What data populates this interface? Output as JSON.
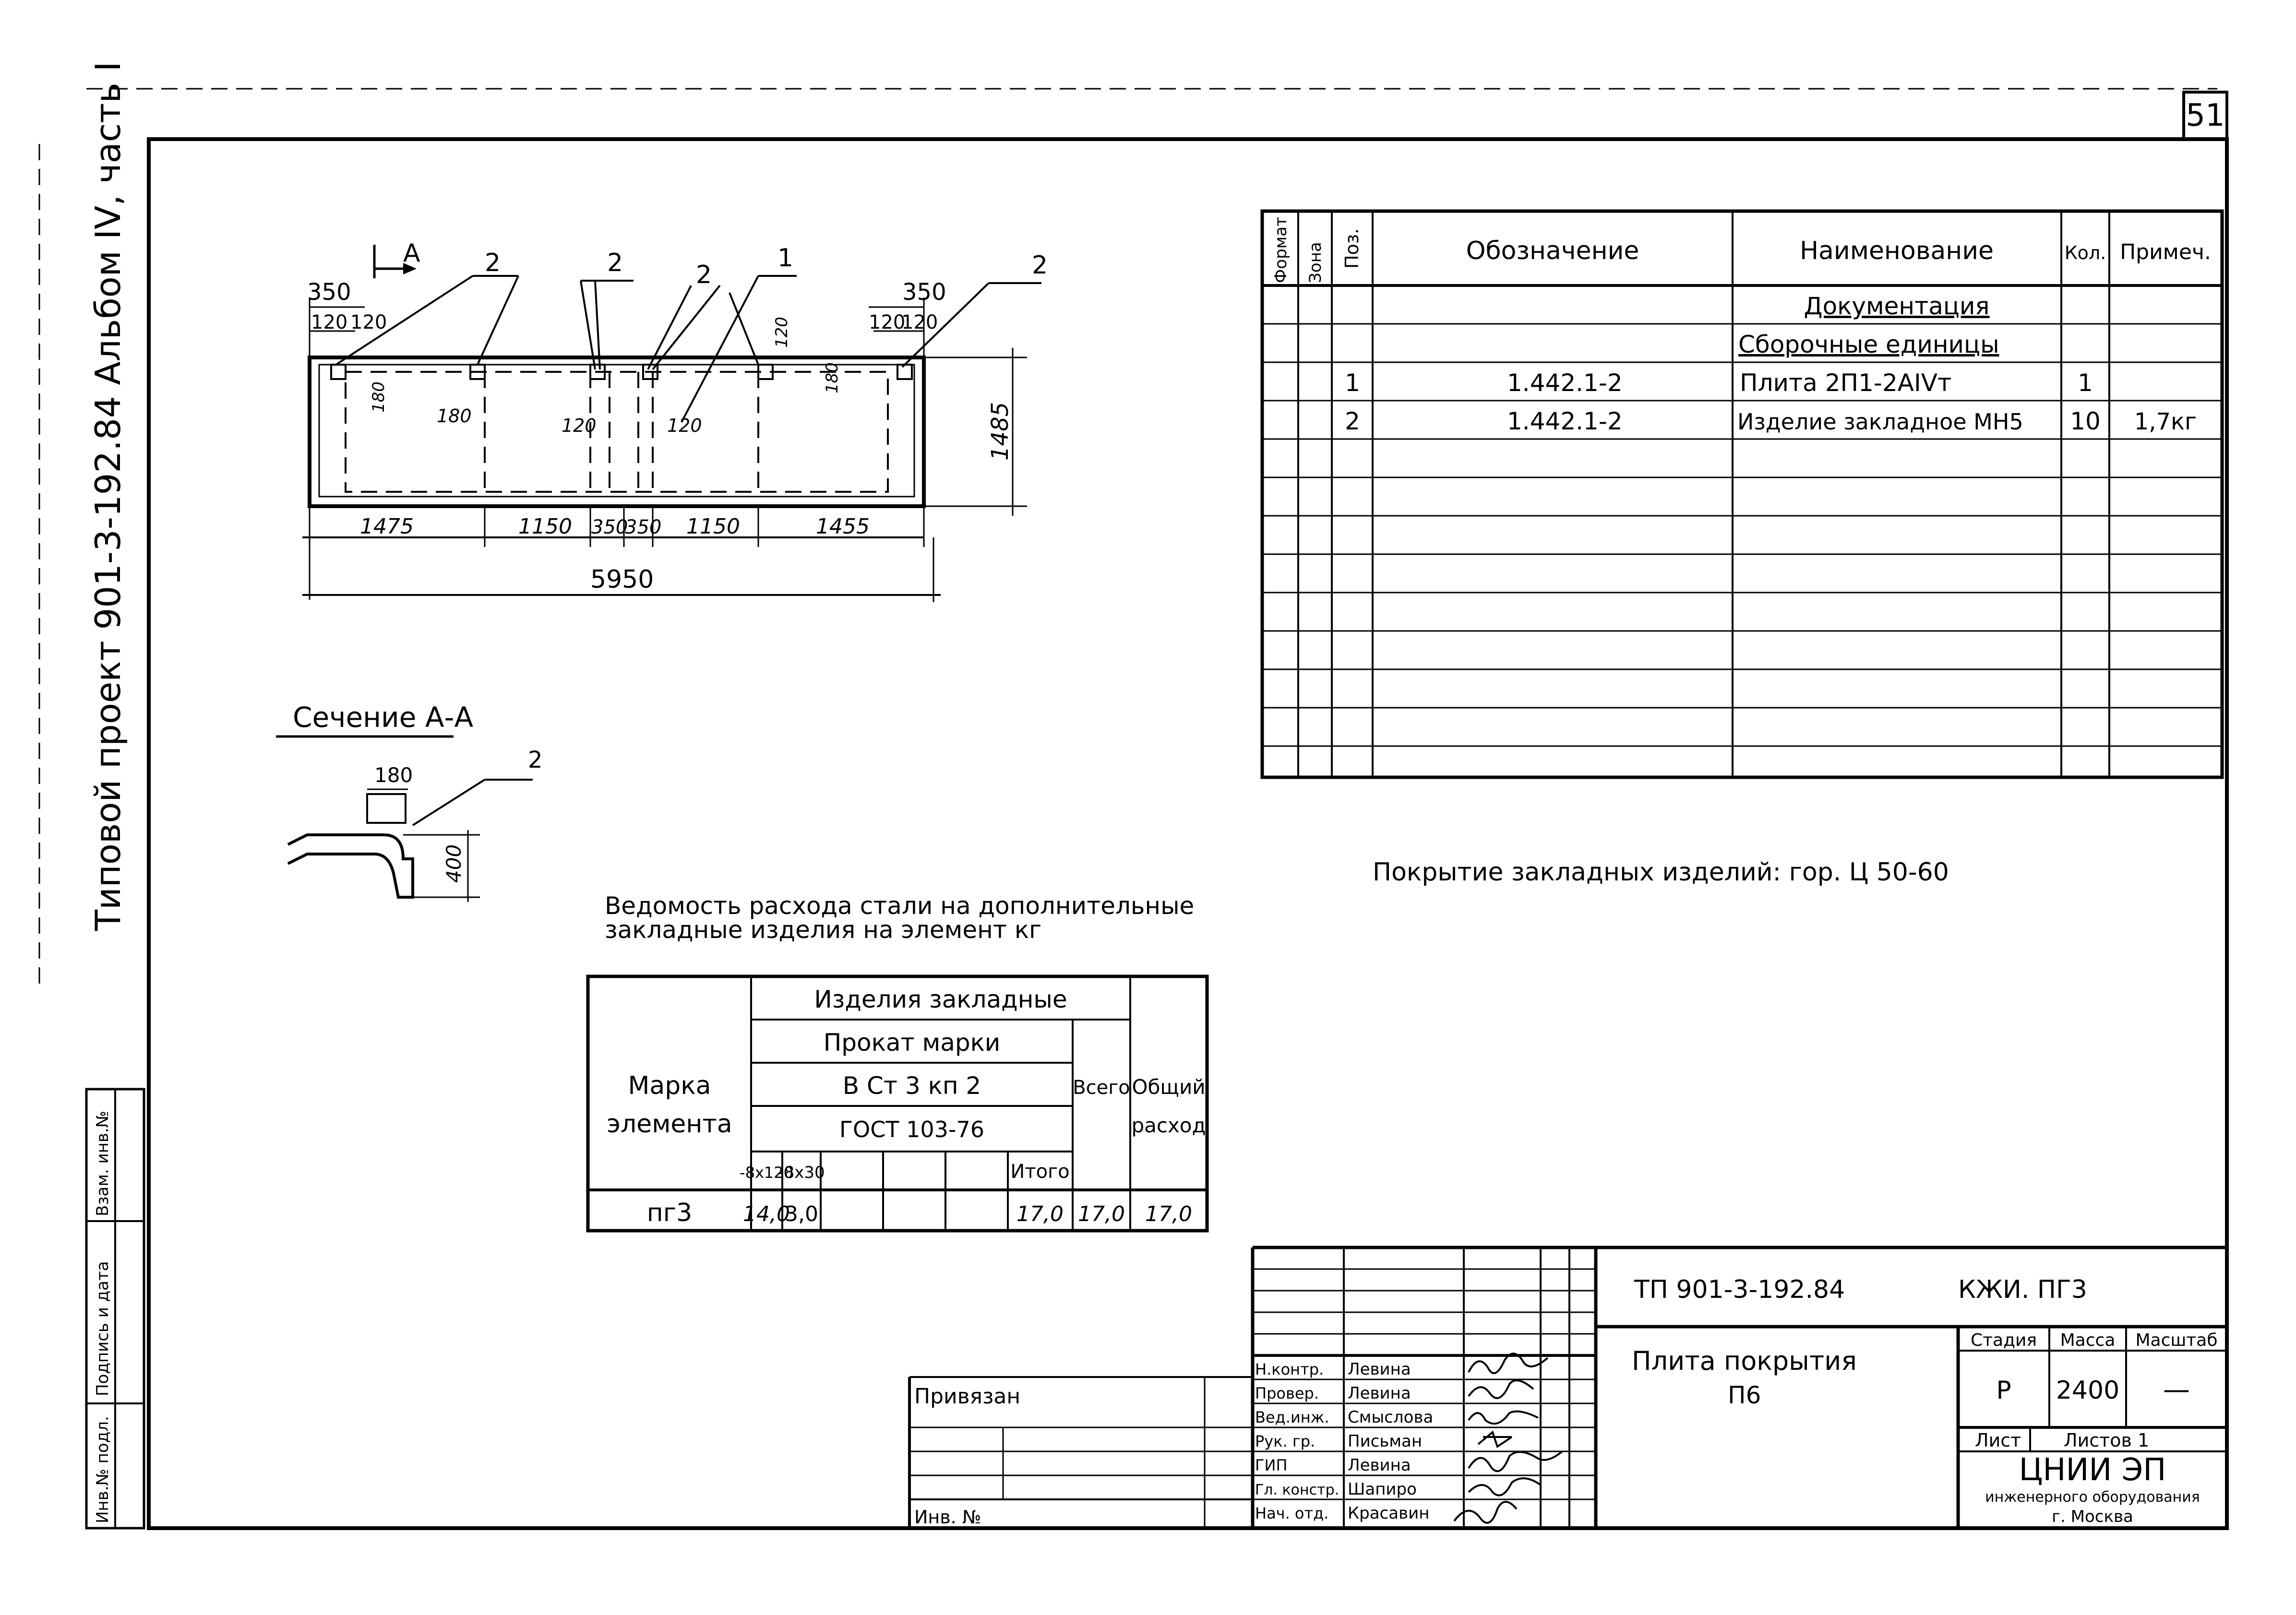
{
  "sheet_number": "51",
  "side_text": "Типовой проект 901-3-192.84 Альбом IV, часть I",
  "side_stamp": [
    "Инв.№ подл.",
    "Подпись и дата",
    "Взам. инв.№"
  ],
  "drawing": {
    "section_mark_top": "A",
    "callouts_top": [
      "2",
      "2",
      "2",
      "1",
      "2"
    ],
    "dims_top_left": [
      "350",
      "120",
      "120"
    ],
    "dims_top_right": [
      "350",
      "120",
      "120"
    ],
    "dim_right": "1485",
    "dims_bottom": [
      "1475",
      "1150",
      "350",
      "350",
      "1150",
      "1455"
    ],
    "total": "5950",
    "inner_labels": [
      "180",
      "120",
      "180",
      "120",
      "120",
      "180"
    ]
  },
  "section": {
    "title": "Сечение А-А",
    "width_label": "180",
    "height_label": "400",
    "callout": "2"
  },
  "spec_table": {
    "headers": [
      "Формат",
      "Зона",
      "Поз.",
      "Обозначение",
      "Наименование",
      "Кол.",
      "Примеч."
    ],
    "rows": [
      {
        "pos": "",
        "des": "",
        "name": "Документация",
        "qty": "",
        "note": ""
      },
      {
        "pos": "",
        "des": "",
        "name": "Сборочные единицы",
        "qty": "",
        "note": ""
      },
      {
        "pos": "1",
        "des": "1.442.1-2",
        "name": "Плита 2П1-2АIVт",
        "qty": "1",
        "note": ""
      },
      {
        "pos": "2",
        "des": "1.442.1-2",
        "name": "Изделие закладное МН5",
        "qty": "10",
        "note": "1,7кг"
      }
    ]
  },
  "coating_note": "Покрытие закладных изделий: гор. Ц 50-60",
  "steel": {
    "title_line1": "Ведомость расхода стали на дополнительные",
    "title_line2": "закладные изделия на элемент кг",
    "h_group": "Изделия закладные",
    "h_prokat": "Прокат марки",
    "h_steel": "В Ст 3 кп 2",
    "h_gost": "ГОСТ 103-76",
    "h_mark_1": "Марка",
    "h_mark_2": "элемента",
    "h_total": "Всего",
    "h_common_1": "Общий",
    "h_common_2": "расход",
    "sub": [
      "-8х120",
      "-8х30",
      "",
      "",
      "Итого"
    ],
    "row": {
      "mark": "пг3",
      "v1": "14,0",
      "v2": "3,0",
      "v3": "",
      "v4": "",
      "itogo": "17,0",
      "vsego": "17,0",
      "obsh": "17,0"
    }
  },
  "titleblock": {
    "project_code": "ТП 901-3-192.84",
    "section_code": "КЖИ. ПГ3",
    "name_1": "Плита покрытия",
    "name_2": "П6",
    "stage_h": "Стадия",
    "mass_h": "Масса",
    "scale_h": "Масштаб",
    "stage": "Р",
    "mass": "2400",
    "scale": "—",
    "sheet_h": "Лист",
    "sheets_h": "Листов 1",
    "org_1": "ЦНИИ ЭП",
    "org_2": "инженерного оборудования",
    "org_3": "г. Москва",
    "roles": [
      "Н.контр.",
      "Провер.",
      "Вед.инж.",
      "Рук. гр.",
      "ГИП",
      "Гл. констр.",
      "Нач. отд."
    ],
    "names": [
      "Левина",
      "Левина",
      "Смыслова",
      "Письман",
      "Левина",
      "Шапиро",
      "Красавин"
    ],
    "privyazan": "Привязан",
    "inv_no": "Инв. №"
  }
}
